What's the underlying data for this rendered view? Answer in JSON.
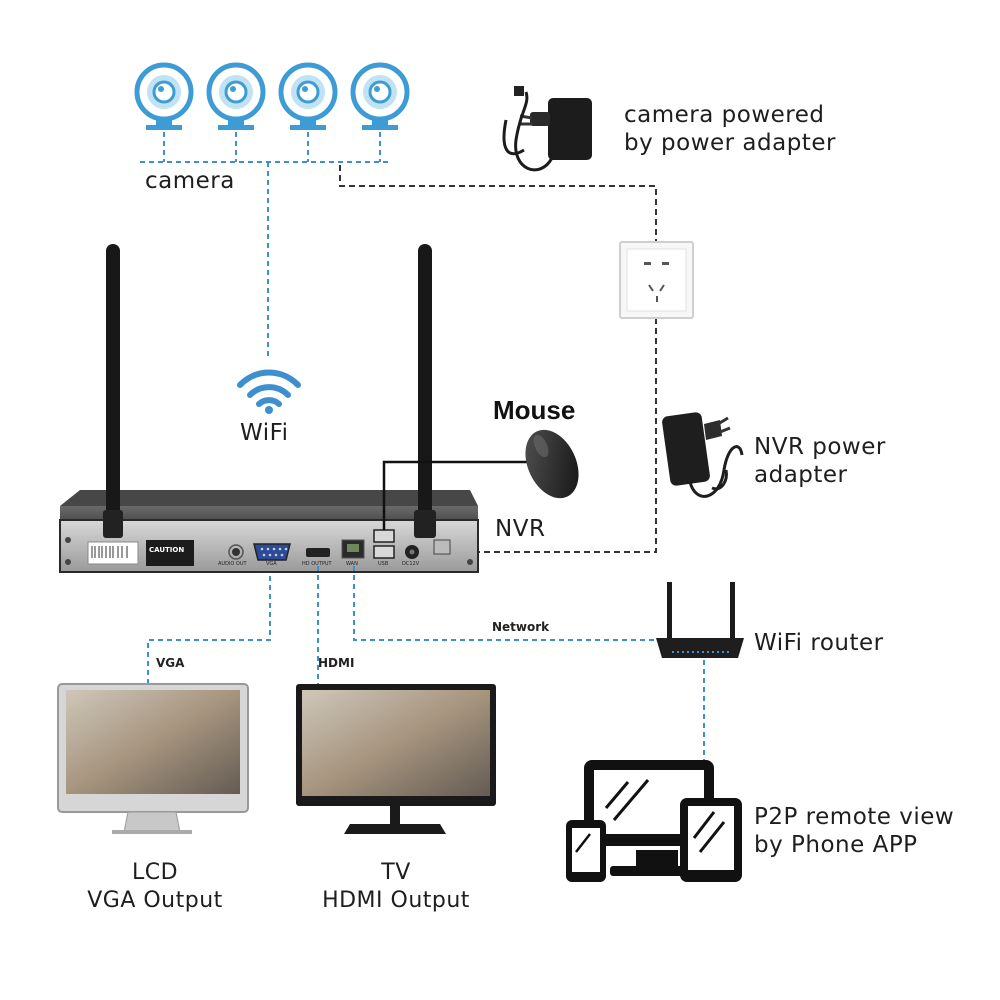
{
  "labels": {
    "camera": "camera",
    "camera_power_line1": "camera powered",
    "camera_power_line2": "by power  adapter",
    "wifi": "WiFi",
    "mouse": "Mouse",
    "nvr": "NVR",
    "nvr_power_line1": "NVR power",
    "nvr_power_line2": "adapter",
    "network": "Network",
    "wifi_router": "WiFi router",
    "vga": "VGA",
    "hdmi": "HDMI",
    "lcd_line1": "LCD",
    "lcd_line2": "VGA Output",
    "tv_line1": "TV",
    "tv_line2": "HDMI Output",
    "p2p_line1": "P2P remote view",
    "p2p_line2": "by Phone APP"
  },
  "nvr_panel": {
    "caution": "CAUTION",
    "audio_out": "AUDIO OUT",
    "vga_port": "VGA",
    "hd_output": "HD OUTPUT",
    "wan": "WAN",
    "usb": "USB",
    "dc12v": "DC12V"
  },
  "colors": {
    "camera_blue": "#3d9bd6",
    "wifi_line": "#3d8fcf",
    "power_line": "#333333",
    "device_dark": "#1a1a1a"
  },
  "icons": [
    "camera-icon",
    "wifi-icon",
    "power-adapter-icon",
    "wall-socket-icon",
    "mouse-icon",
    "router-icon",
    "monitor-icon",
    "tv-icon",
    "devices-icon"
  ]
}
